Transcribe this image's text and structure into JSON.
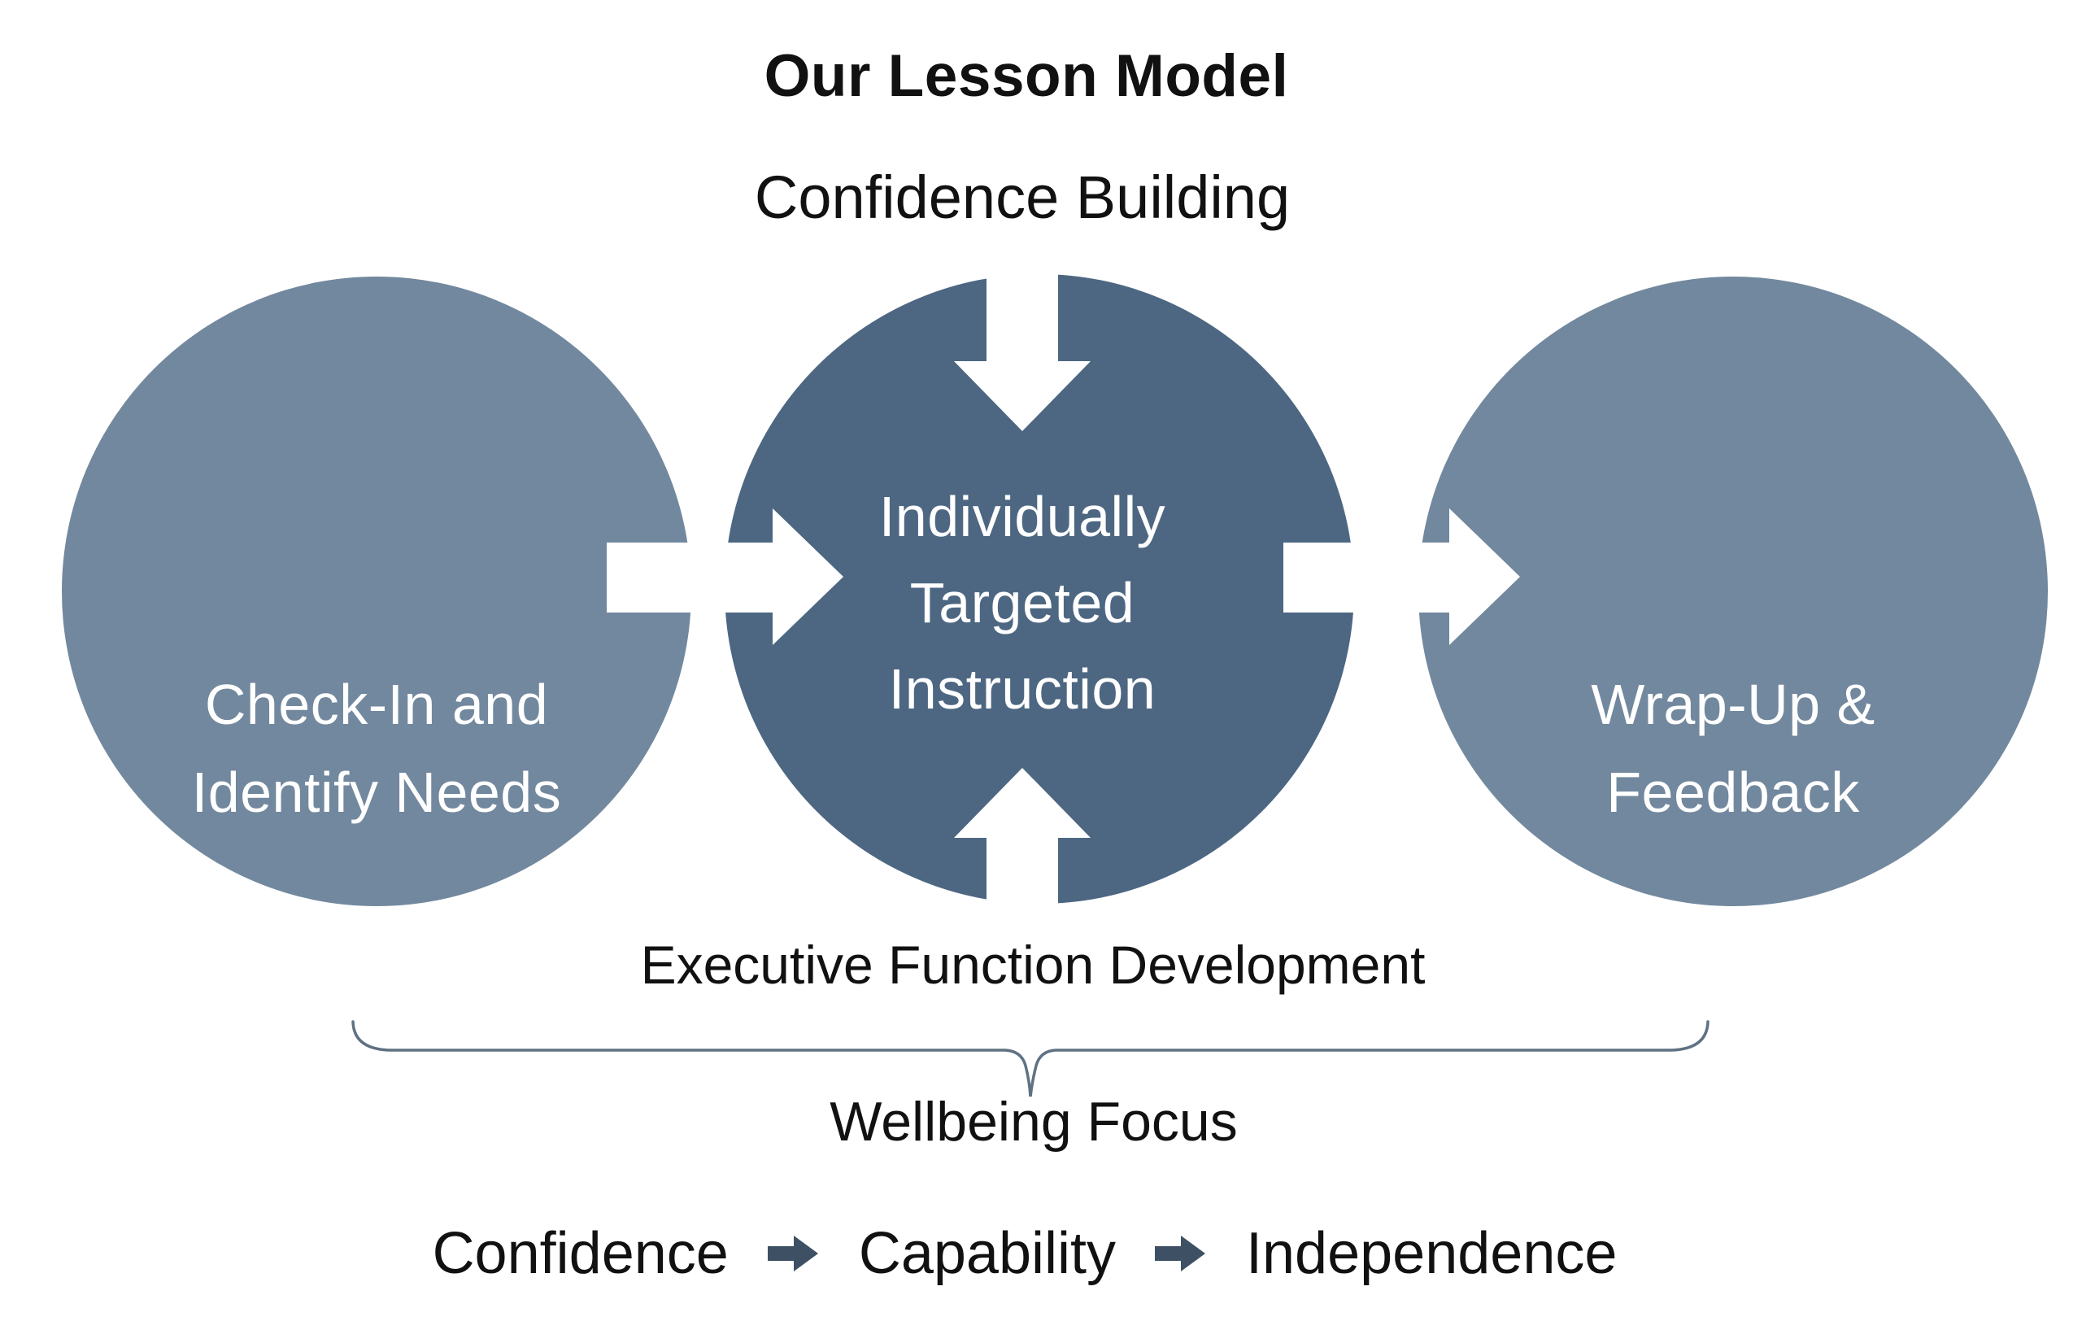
{
  "title": "Our Lesson Model",
  "top_label": "Confidence Building",
  "bottom_label": "Executive Function Development",
  "brace_label": "Wellbeing Focus",
  "circles": [
    {
      "name": "check-in-and-identify-needs",
      "lines": [
        "Check-In and",
        "Identify Needs"
      ],
      "color": "#72889E",
      "text_color": "#FFFFFF"
    },
    {
      "name": "individually-targeted-instruction",
      "lines": [
        "Individually",
        "Targeted",
        "Instruction"
      ],
      "color": "#4D6782",
      "text_color": "#FFFFFF"
    },
    {
      "name": "wrap-up-and-feedback",
      "lines": [
        "Wrap-Up &",
        "Feedback"
      ],
      "color": "#72889E",
      "text_color": "#FFFFFF"
    }
  ],
  "flow_arrow_color": "#FFFFFF",
  "brace_color": "#5F7183",
  "progression": {
    "items": [
      "Confidence",
      "Capability",
      "Independence"
    ],
    "arrow_color": "#3E5063"
  },
  "text_color": "#111111",
  "background_color": "#FFFFFF"
}
